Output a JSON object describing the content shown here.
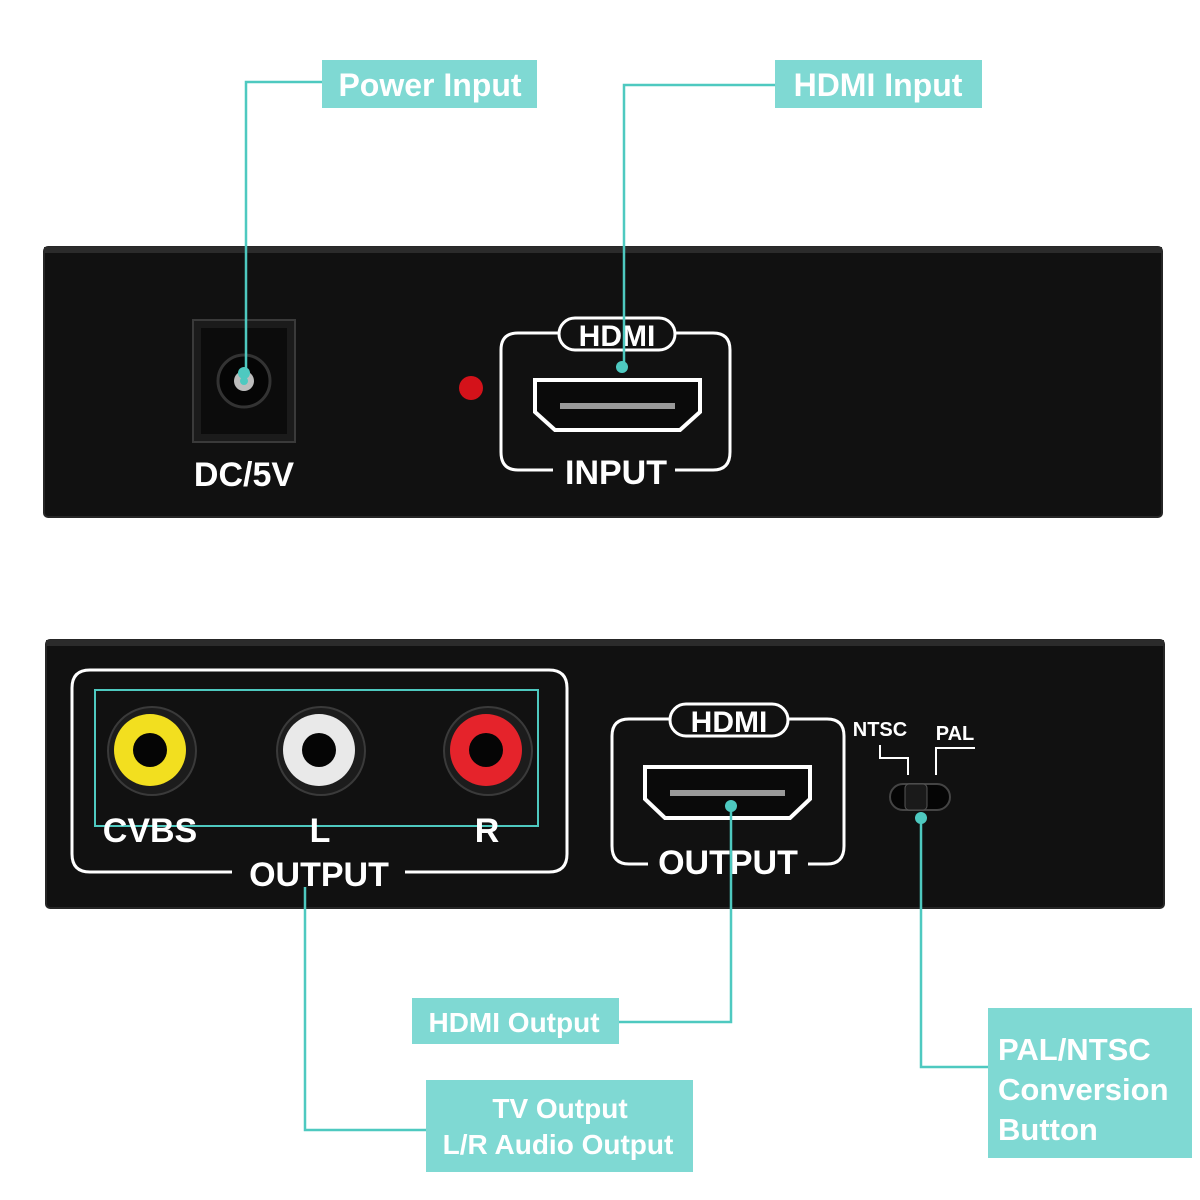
{
  "colors": {
    "callout_bg": "#7fd9d3",
    "leader_line": "#4ec9c0",
    "panel": "#111111",
    "panel_edge": "#2a2a2a",
    "panel_text": "#ffffff",
    "led": "#d4121a",
    "rca_yellow": "#f2df1f",
    "rca_white": "#e9e9e9",
    "rca_red": "#e5232b"
  },
  "callouts": {
    "power_input": "Power Input",
    "hdmi_input": "HDMI Input",
    "hdmi_output": "HDMI Output",
    "tv_output_line1": "TV Output",
    "tv_output_line2": "L/R Audio Output",
    "pal_ntsc_line1": "PAL/NTSC",
    "pal_ntsc_line2": "Conversion",
    "pal_ntsc_line3": "Button"
  },
  "top_panel": {
    "dc_label": "DC/5V",
    "hdmi_label": "HDMI",
    "input_label": "INPUT"
  },
  "bottom_panel": {
    "cvbs_label": "CVBS",
    "l_label": "L",
    "r_label": "R",
    "rca_output_label": "OUTPUT",
    "hdmi_label": "HDMI",
    "hdmi_output_label": "OUTPUT",
    "ntsc_label": "NTSC",
    "pal_label": "PAL"
  }
}
